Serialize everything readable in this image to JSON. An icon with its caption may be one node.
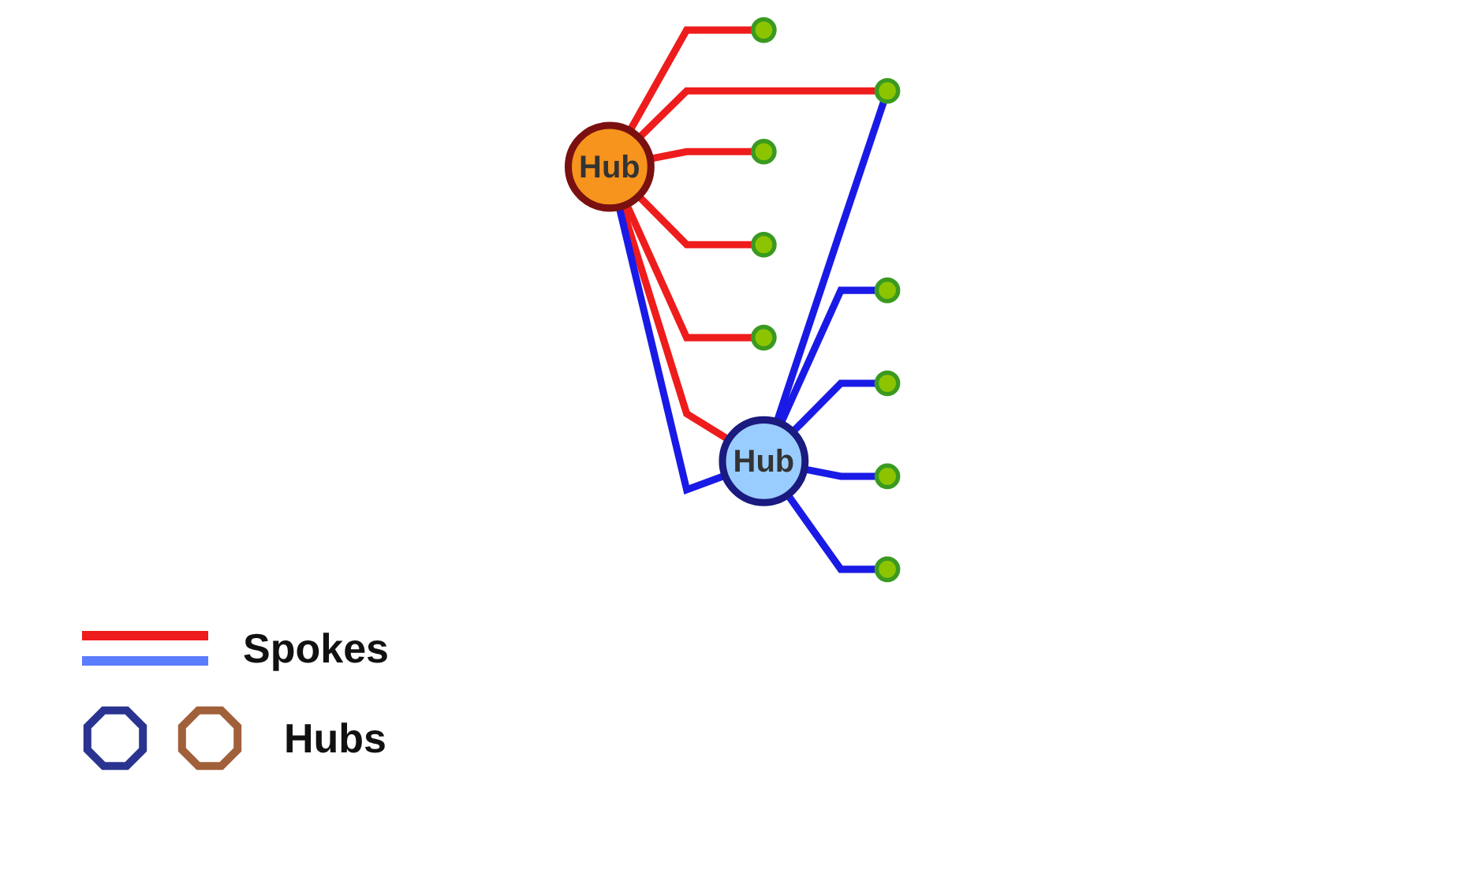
{
  "diagram": {
    "nodes": [
      {
        "text": [],
        "shape": "circle"
      },
      {
        "text": [
          "Hub"
        ]
      },
      {
        "text": [],
        "shape": "circle"
      },
      {
        "text": [
          "Hub"
        ]
      },
      {
        "text": [],
        "shape": "circle"
      },
      {
        "text": [],
        "shape": "circle"
      },
      {
        "text": [],
        "shape": "circle"
      },
      {
        "text": [],
        "shape": "circle"
      },
      {
        "text": [],
        "shape": "circle"
      },
      {
        "text": [],
        "shape": "circle"
      },
      {
        "text": [],
        "shape": "circle"
      }
    ],
    "edges": [
      {
        "from": 1,
        "to": 0,
        "arrow": "none",
        "color": "#ee1c1c"
      },
      {
        "from": 1,
        "to": 2,
        "arrow": "none",
        "color": "#ee1c1c"
      },
      {
        "from": 1,
        "to": 7,
        "arrow": "none",
        "color": "#ee1c1c"
      },
      {
        "from": 1,
        "to": 9,
        "arrow": "none",
        "color": "#ee1c1c"
      },
      {
        "from": 1,
        "to": 8,
        "arrow": "none",
        "color": "#ee1c1c"
      },
      {
        "from": 1,
        "to": 3,
        "arrow": "none",
        "color": "#ee1c1c"
      },
      {
        "from": 3,
        "to": 1,
        "arrow": "none",
        "color": "#1a1ae6"
      },
      {
        "from": 3,
        "to": 2,
        "arrow": "none",
        "color": "#1a1ae6"
      },
      {
        "from": 3,
        "to": 4,
        "arrow": "none",
        "color": "#1a1ae6"
      },
      {
        "from": 3,
        "to": 5,
        "arrow": "none",
        "color": "#1a1ae6"
      },
      {
        "from": 3,
        "to": 6,
        "arrow": "none",
        "color": "#1a1ae6"
      },
      {
        "from": 3,
        "to": 10,
        "arrow": "none",
        "color": "#1a1ae6"
      }
    ],
    "legend": [
      {
        "text": "Spokes"
      },
      {
        "text": "Hubs"
      }
    ]
  }
}
